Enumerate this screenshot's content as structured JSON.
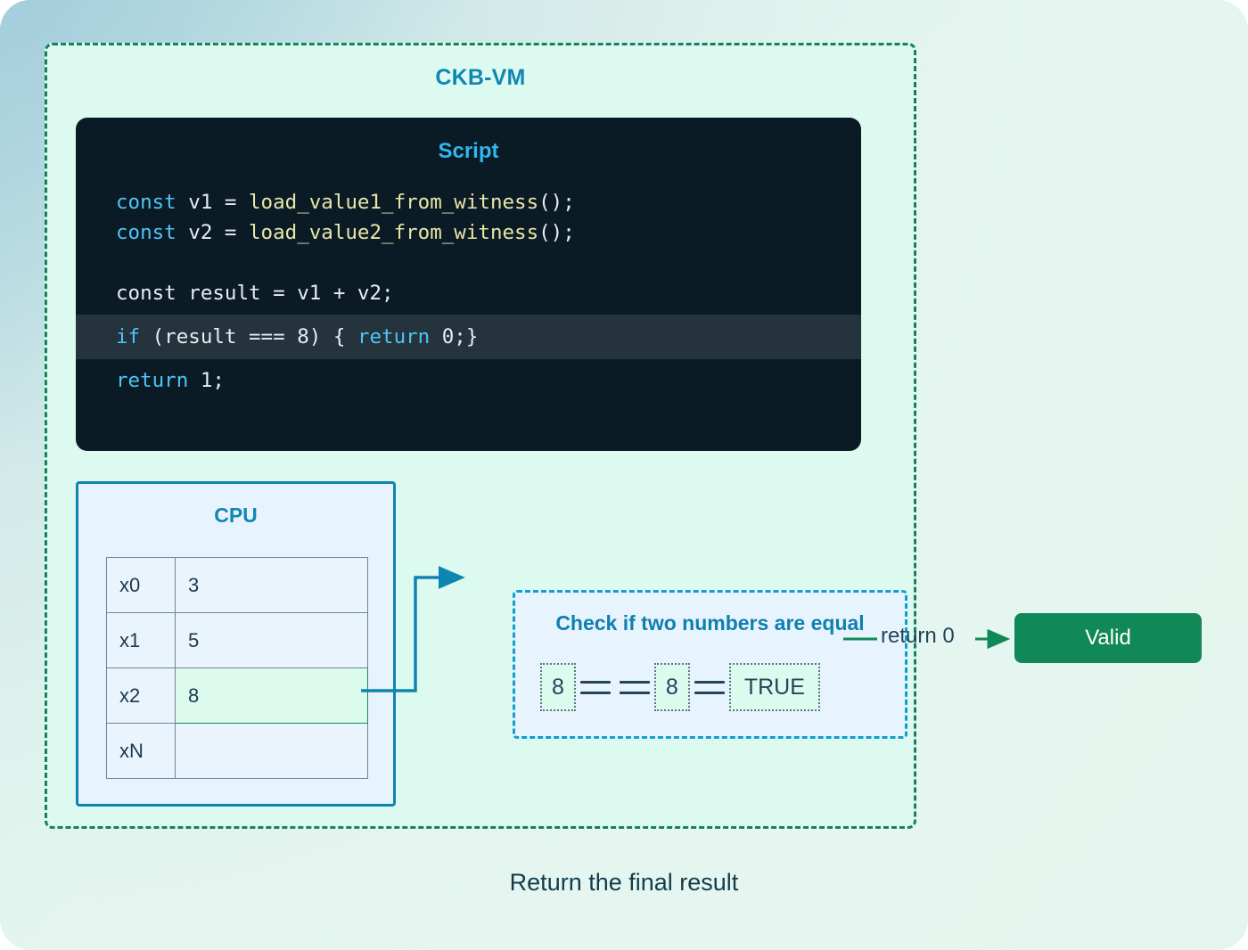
{
  "colors": {
    "accent_blue": "#1186b4",
    "script_title": "#30b6f0",
    "code_bg": "#0b1b25",
    "code_highlight": "#25333d",
    "vm_border_green": "#13835c",
    "vm_bg": "#ddfaf0",
    "panel_bg": "#e7f3fd",
    "panel_border": "#0e85b0",
    "valid_green": "#118857",
    "register_highlight": "#ddfaee",
    "text_dark": "#23455a"
  },
  "vm": {
    "title": "CKB-VM"
  },
  "script": {
    "title": "Script",
    "lines": [
      {
        "id": "line-1",
        "blank": false,
        "highlight": false,
        "parts": [
          {
            "t": "const",
            "c": "kw"
          },
          {
            "t": " v1 = ",
            "c": "pl"
          },
          {
            "t": "load_value1_from_witness",
            "c": "fn"
          },
          {
            "t": "();",
            "c": "pl"
          }
        ]
      },
      {
        "id": "line-2",
        "blank": false,
        "highlight": false,
        "parts": [
          {
            "t": "const",
            "c": "kw"
          },
          {
            "t": " v2 = ",
            "c": "pl"
          },
          {
            "t": "load_value2_from_witness",
            "c": "fn"
          },
          {
            "t": "();",
            "c": "pl"
          }
        ]
      },
      {
        "id": "line-3",
        "blank": true,
        "highlight": false,
        "parts": []
      },
      {
        "id": "line-4",
        "blank": false,
        "highlight": false,
        "parts": [
          {
            "t": "const result = v1 + v2;",
            "c": "pl"
          }
        ]
      },
      {
        "id": "line-5",
        "blank": false,
        "highlight": true,
        "parts": [
          {
            "t": "if",
            "c": "kw"
          },
          {
            "t": " (result === 8) { ",
            "c": "pl"
          },
          {
            "t": "return",
            "c": "kw"
          },
          {
            "t": " 0;}",
            "c": "pl"
          }
        ]
      },
      {
        "id": "line-6",
        "blank": false,
        "highlight": false,
        "parts": [
          {
            "t": "return",
            "c": "kw"
          },
          {
            "t": " 1;",
            "c": "pl"
          }
        ]
      }
    ]
  },
  "cpu": {
    "title": "CPU",
    "registers": [
      {
        "name": "x0",
        "value": "3",
        "active": false
      },
      {
        "name": "x1",
        "value": "5",
        "active": false
      },
      {
        "name": "x2",
        "value": "8",
        "active": true
      },
      {
        "name": "xN",
        "value": "",
        "active": false
      }
    ]
  },
  "check": {
    "title": "Check if two numbers are equal",
    "tokens": [
      {
        "kind": "value",
        "text": "8"
      },
      {
        "kind": "op",
        "text": "="
      },
      {
        "kind": "op",
        "text": "="
      },
      {
        "kind": "value",
        "text": "8"
      },
      {
        "kind": "op",
        "text": "="
      },
      {
        "kind": "value",
        "text": "TRUE"
      }
    ]
  },
  "result": {
    "return_label": "return 0",
    "valid_label": "Valid"
  },
  "caption": "Return the final result"
}
